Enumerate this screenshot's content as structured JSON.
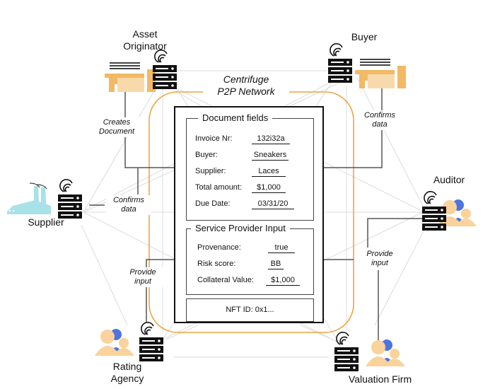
{
  "diagram": {
    "network_title": [
      "Centrifuge",
      "P2P Network"
    ],
    "colors": {
      "network_outline": "#f0a33c",
      "factory": "#a9e1e8",
      "store": "#f2b966",
      "person_front": "#fad29b",
      "person_back": "#4d74e0",
      "server": "#111111",
      "mesh_line": "#d8d8d8",
      "connector": "#555555"
    },
    "nodes": [
      {
        "id": "asset-originator",
        "label": [
          "Asset",
          "Originator"
        ],
        "icon": "store-icon"
      },
      {
        "id": "buyer",
        "label": [
          "Buyer"
        ],
        "icon": "store-icon"
      },
      {
        "id": "supplier",
        "label": [
          "Supplier"
        ],
        "icon": "factory-icon"
      },
      {
        "id": "auditor",
        "label": [
          "Auditor"
        ],
        "icon": "people-icon"
      },
      {
        "id": "rating-agency",
        "label": [
          "Rating",
          "Agency"
        ],
        "icon": "people-icon"
      },
      {
        "id": "valuation-firm",
        "label": [
          "Valuation Firm"
        ],
        "icon": "people-icon"
      }
    ],
    "edge_labels": {
      "creates_document": [
        "Creates",
        "Document"
      ],
      "confirms_data_buyer": [
        "Confirms",
        "data"
      ],
      "confirms_data_supplier": [
        "Confirms",
        "data"
      ],
      "provide_input_rating": [
        "Provide",
        "input"
      ],
      "provide_input_auditor": [
        "Provide",
        "input"
      ]
    },
    "document": {
      "fields_title": "Document fields",
      "fields": [
        {
          "key": "Invoice Nr:",
          "value": "132i32a"
        },
        {
          "key": "Buyer:",
          "value": "Sneakers"
        },
        {
          "key": "Supplier:",
          "value": "Laces"
        },
        {
          "key": "Total amount:",
          "value": "$1,000"
        },
        {
          "key": "Due Date:",
          "value": "03/31/20"
        }
      ],
      "provider_title": "Service Provider Input",
      "provider_fields": [
        {
          "key": "Provenance:",
          "value": "true"
        },
        {
          "key": "Risk score:",
          "value": "BB"
        },
        {
          "key": "Collateral Value:",
          "value": "$1,000"
        }
      ],
      "nft_id": "NFT ID: 0x1..."
    }
  }
}
